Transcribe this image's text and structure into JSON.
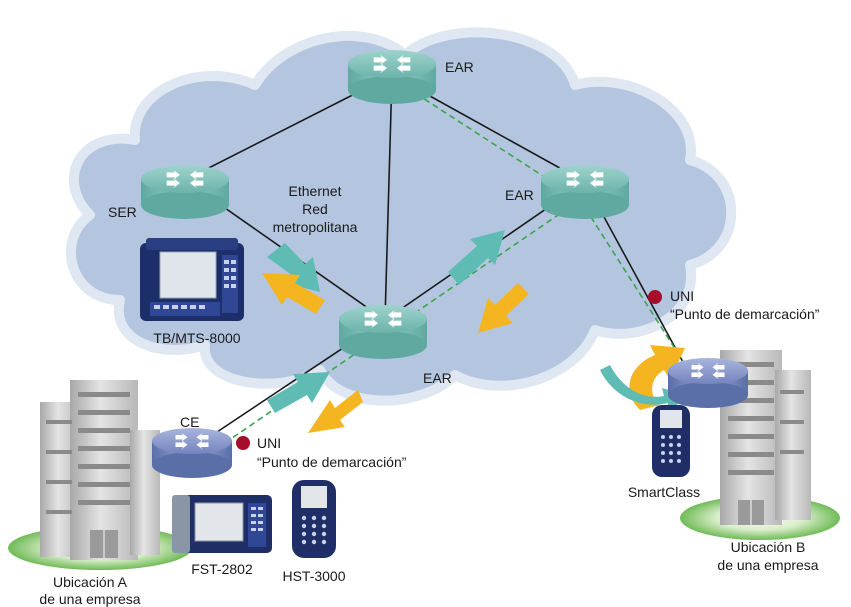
{
  "labels": {
    "ear_top": "EAR",
    "ear_right": "EAR",
    "ear_center": "EAR",
    "ser": "SER",
    "cloud_line1": "Ethernet",
    "cloud_line2": "Red",
    "cloud_line3": "metropolitana",
    "tb_mts": "TB/MTS-8000",
    "ce": "CE",
    "uni_left": "UNI",
    "demarc_left": "“Punto de demarcación”",
    "uni_right": "UNI",
    "demarc_right": "“Punto de demarcación”",
    "fst": "FST-2802",
    "hst": "HST-3000",
    "smartclass": "SmartClass",
    "site_a_line1": "Ubicación A",
    "site_a_line2": "de una empresa",
    "site_b_line1": "Ubicación B",
    "site_b_line2": "de una empresa"
  },
  "colors": {
    "cloud_fill": "#b4c6df",
    "cloud_stroke": "#d6e0ee",
    "router_teal": "#7fc0b9",
    "router_blue": "#7b8fc4",
    "arrow_teal": "#5fbcb4",
    "arrow_orange": "#f5b521",
    "uni_dot": "#a50d2a",
    "dashed_path": "#3aa54a",
    "building": "#c8c8c8",
    "ground": "#7ec16b"
  }
}
